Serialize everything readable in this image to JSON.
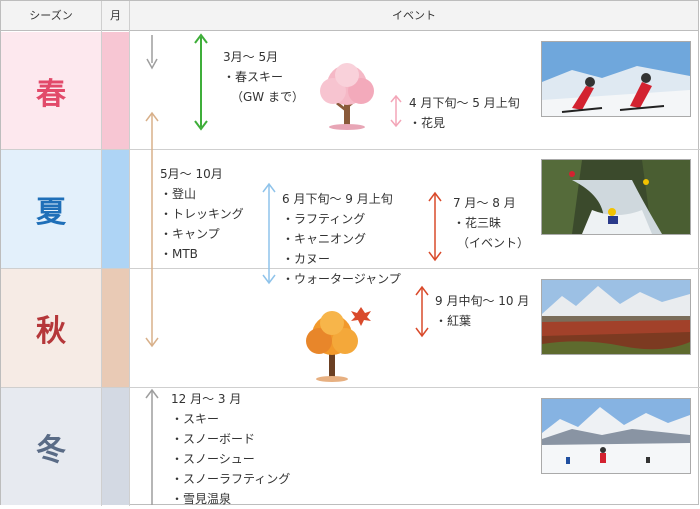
{
  "header": {
    "season": "シーズン",
    "month": "月",
    "event": "イベント"
  },
  "seasons": [
    {
      "name": "春",
      "color": "#e24a6a",
      "bg": "#fde8ee",
      "month_bg": "#f7c6d3"
    },
    {
      "name": "夏",
      "color": "#1f6fb8",
      "bg": "#e3f0fb",
      "month_bg": "#aed4f5"
    },
    {
      "name": "秋",
      "color": "#b5373a",
      "bg": "#f6ebe5",
      "month_bg": "#e9cab5"
    },
    {
      "name": "冬",
      "color": "#5a6b86",
      "bg": "#e7eaf0",
      "month_bg": "#d3d9e3"
    }
  ],
  "events": {
    "spring_ski": [
      "3月〜 5月",
      "・春スキー",
      "（GW まで）"
    ],
    "hanami": [
      "4 月下旬〜 5 月上旬",
      "・花見"
    ],
    "summer_activities": [
      "5月〜 10月",
      "・登山",
      "・トレッキング",
      "・キャンプ",
      "・MTB"
    ],
    "water_sports": [
      "6 月下旬〜 9 月上旬",
      "・ラフティング",
      "・キャニオング",
      "・カヌー",
      "・ウォータージャンプ"
    ],
    "hanazanmai": [
      "7 月〜 8 月",
      "・花三昧",
      "（イベント）"
    ],
    "koyo": [
      "9 月中旬〜 10 月",
      "・紅葉"
    ],
    "winter_activities": [
      "12 月〜 3 月",
      "・スキー",
      "・スノーボード",
      "・スノーシュー",
      "・スノーラフティング",
      "・雪見温泉"
    ]
  },
  "photos": [
    "spring-ski-photo",
    "canyoning-photo",
    "autumn-mountain-photo",
    "winter-ski-photo"
  ],
  "arrow_colors": {
    "green": "#3fae3a",
    "gray": "#9e9e9e",
    "pink": "#f3a6b8",
    "tan": "#d8b08a",
    "blue": "#8fc3ea",
    "red": "#d94a2b"
  }
}
